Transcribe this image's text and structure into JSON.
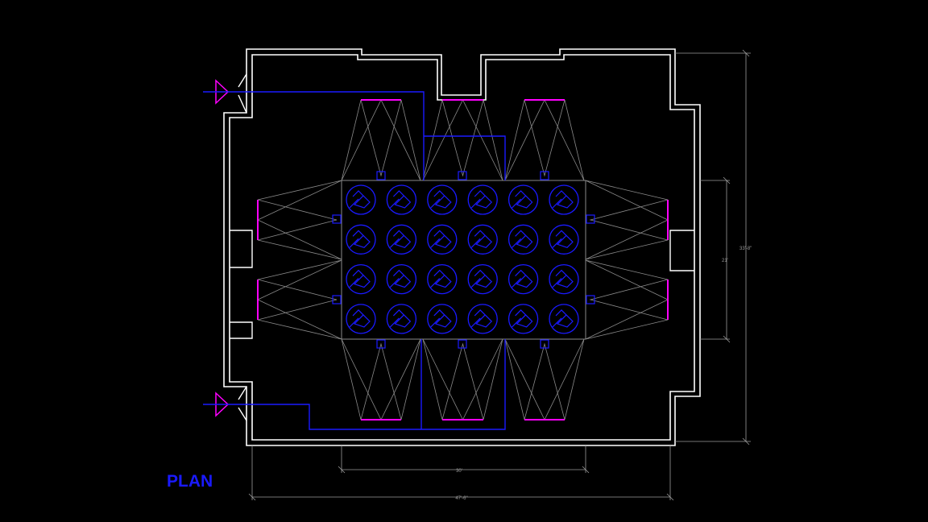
{
  "drawing": {
    "title": "PLAN",
    "dimensions": {
      "overall_height": "33'-8\"",
      "array_height": "21'",
      "array_width": "30'",
      "overall_width": "47'-6\""
    },
    "array": {
      "rows": 4,
      "cols": 6
    }
  },
  "colors": {
    "background": "#000000",
    "wall": "#ffffff",
    "wiring": "#1a1aff",
    "fixture": "#1a1aff",
    "screen": "#ff00ff",
    "sightline": "#8a8a8a",
    "dimension": "#9a9a9a",
    "title": "#1a1aff"
  }
}
